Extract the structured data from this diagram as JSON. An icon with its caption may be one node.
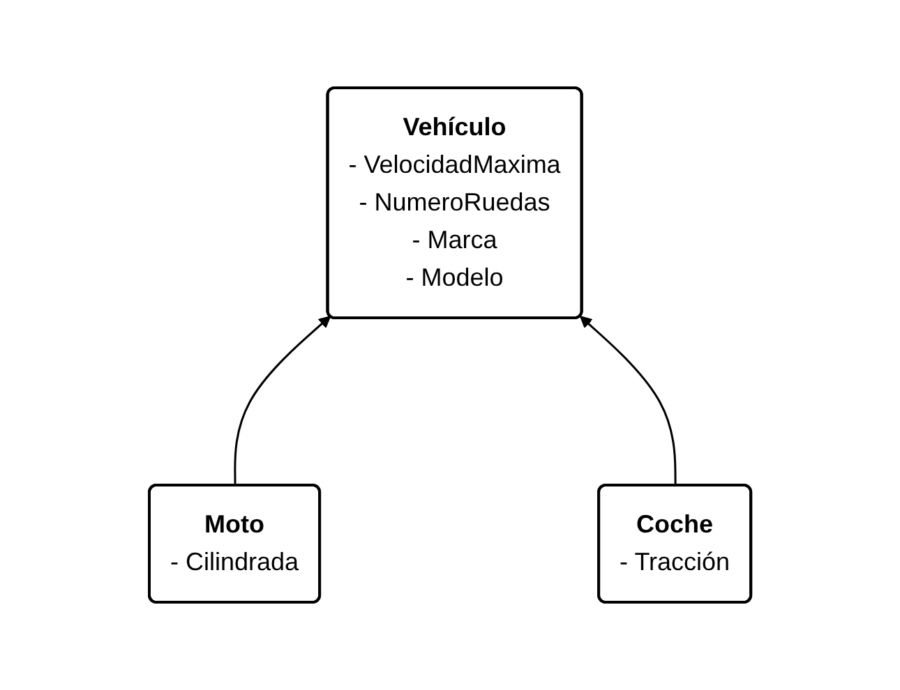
{
  "diagram": {
    "nodes": [
      {
        "text": [
          "Vehículo",
          "- VelocidadMaxima",
          "- NumeroRuedas",
          "- Marca",
          "- Modelo"
        ]
      },
      {
        "text": [
          "Moto",
          "- Cilindrada"
        ]
      },
      {
        "text": [
          "Coche",
          "- Tracción"
        ]
      }
    ],
    "edges": [
      {
        "from": 1,
        "to": 0,
        "arrow": "to"
      },
      {
        "from": 2,
        "to": 0,
        "arrow": "to"
      }
    ]
  }
}
